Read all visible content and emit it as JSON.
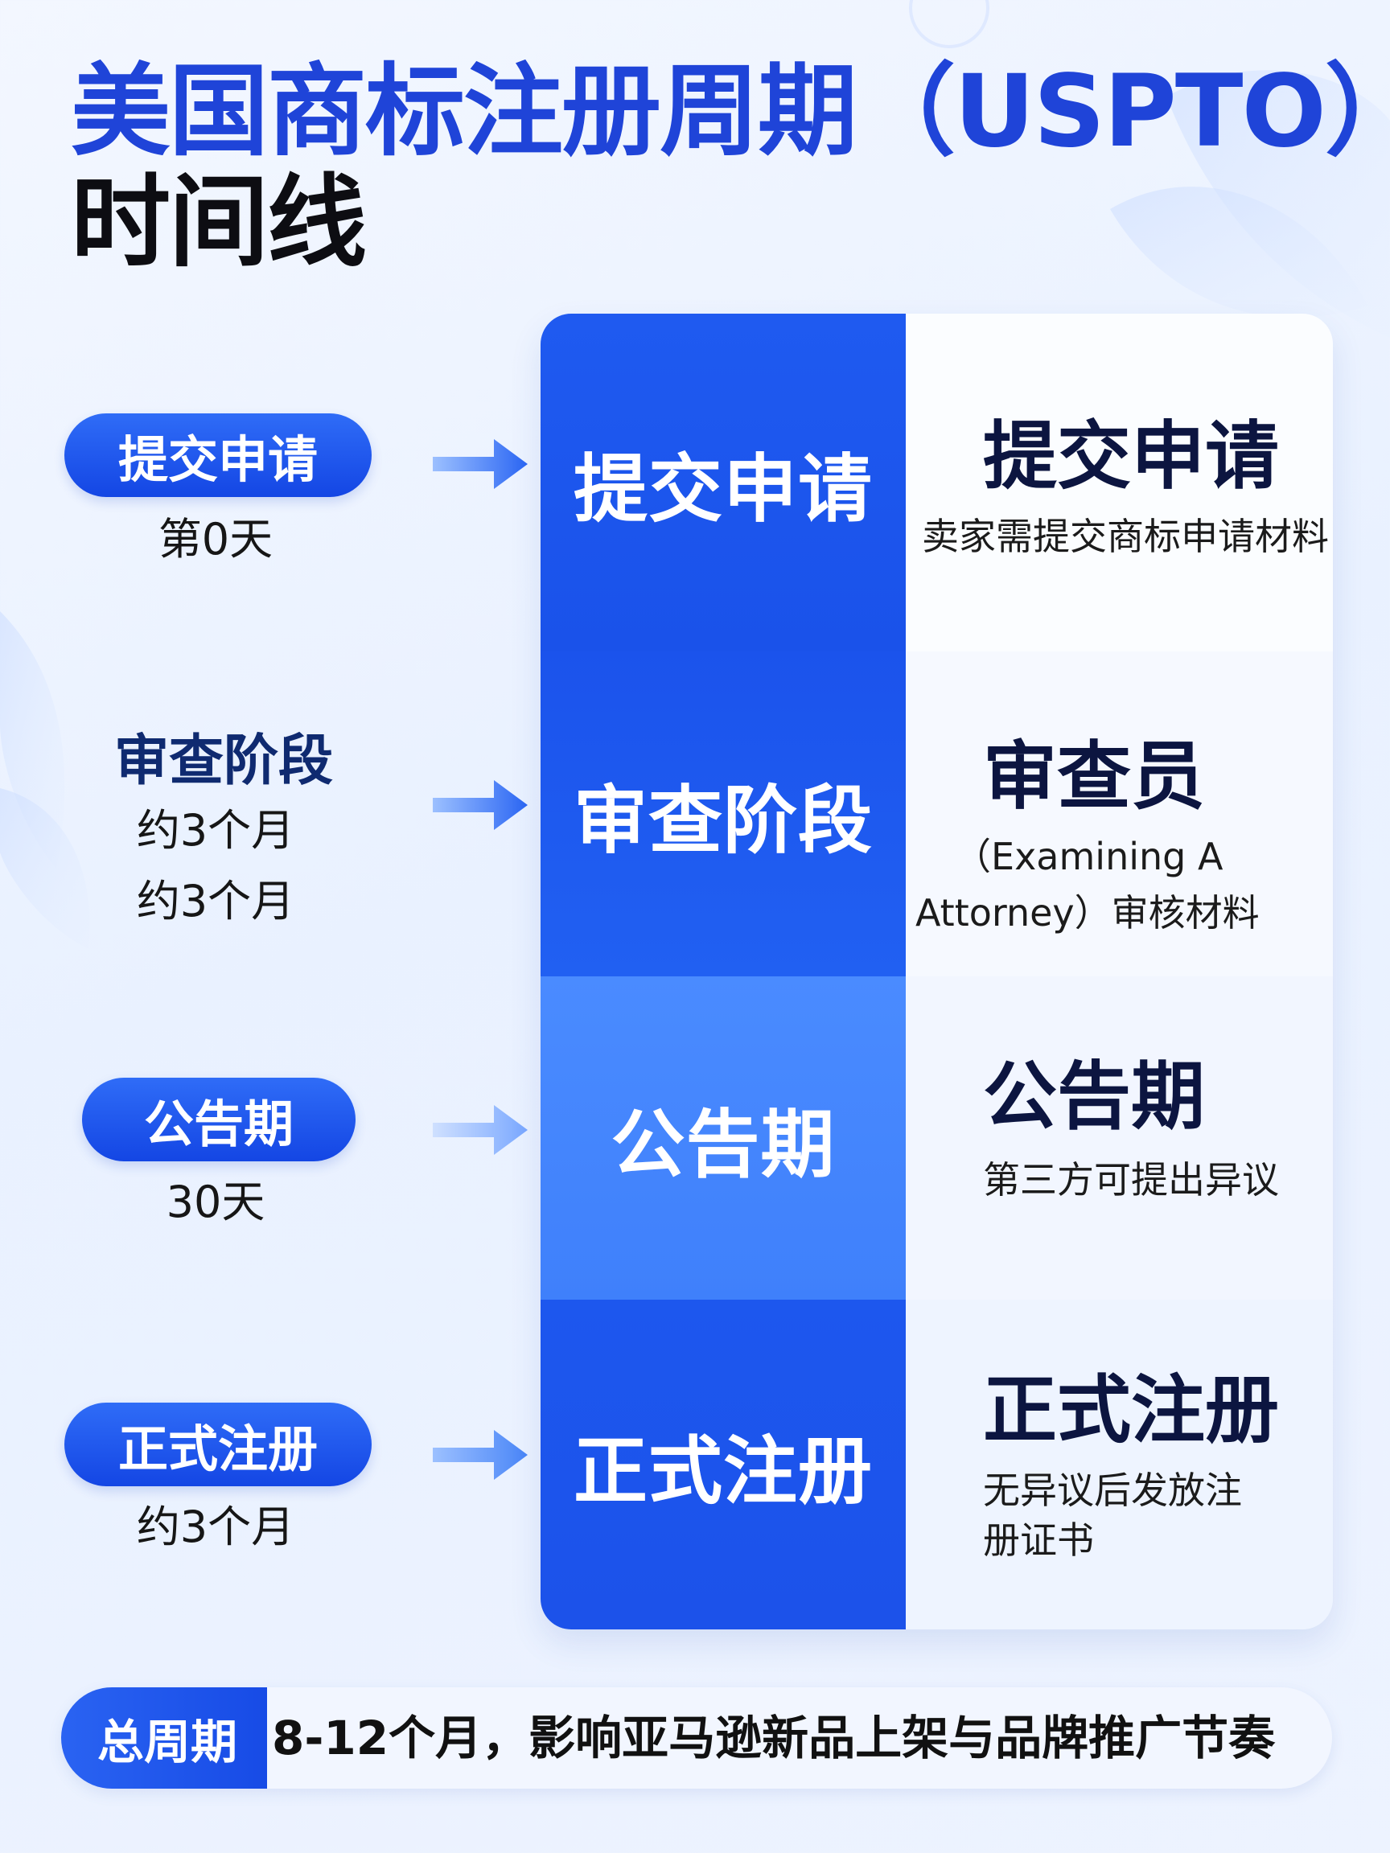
{
  "title": {
    "line1": "美国商标注册周期（USPTO）",
    "line2": "时间线"
  },
  "timeline": [
    {
      "stage": "提交申请",
      "durations": [
        "第0天"
      ],
      "style": "pill"
    },
    {
      "stage": "审查阶段",
      "durations": [
        "约3个月",
        "约3个月"
      ],
      "style": "plain"
    },
    {
      "stage": "公告期",
      "durations": [
        "30天"
      ],
      "style": "pill"
    },
    {
      "stage": "正式注册",
      "durations": [
        "约3个月"
      ],
      "style": "pill"
    }
  ],
  "table": [
    {
      "stage": "提交申请",
      "heading": "提交申请",
      "desc_lines": [
        "卖家需提交商标申请材料"
      ]
    },
    {
      "stage": "审查阶段",
      "heading": "审查员",
      "desc_lines": [
        "（Examining A",
        "Attorney）审核材料"
      ]
    },
    {
      "stage": "公告期",
      "heading": "公告期",
      "desc_lines": [
        "第三方可提出异议"
      ]
    },
    {
      "stage": "正式注册",
      "heading": "正式注册",
      "desc_lines": [
        "无异议后发放注",
        "册证书"
      ]
    }
  ],
  "summary": {
    "label": "总周期",
    "text": "8-12个月，影响亚马逊新品上架与品牌推广节奏"
  },
  "colors": {
    "title_blue": "#1f44d8",
    "pill_blue": "#1a4fe8",
    "row_blue_1": "#1c55ee",
    "row_blue_2": "#1f5cf0",
    "row_blue_3": "#4a8cff",
    "row_blue_4": "#1c55ee"
  }
}
